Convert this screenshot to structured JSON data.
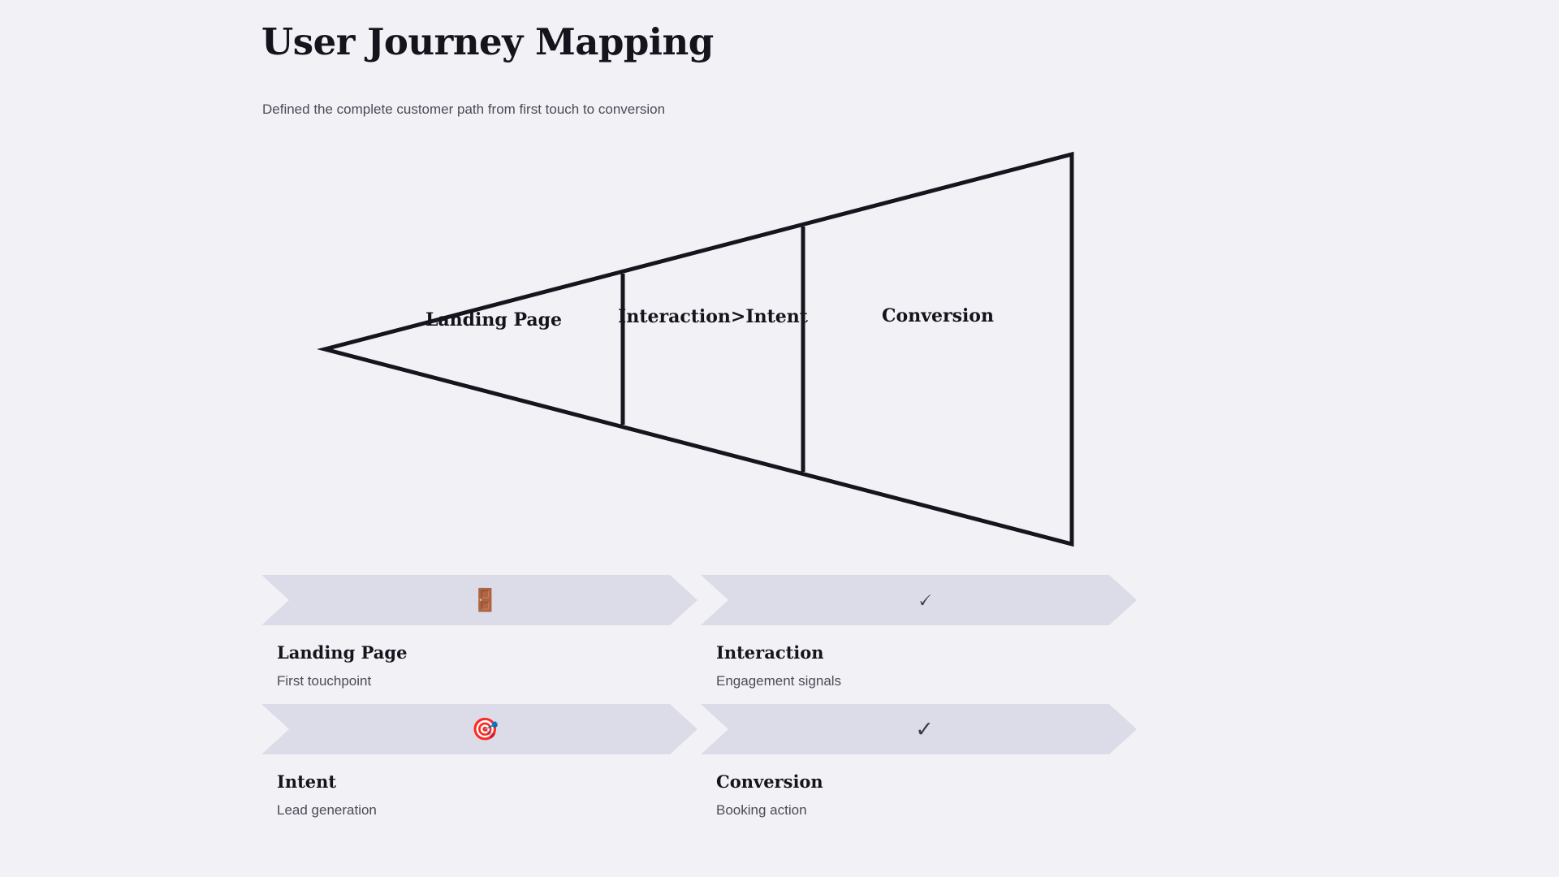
{
  "header": {
    "title": "User Journey Mapping",
    "subtitle": "Defined the complete customer path from first touch to conversion"
  },
  "colors": {
    "background": "#f2f1f6",
    "banner": "#dcdce8",
    "ink": "#14141c",
    "muted_text": "#4b4b57",
    "funnel_stroke": "#15151d"
  },
  "funnel": {
    "segments": [
      {
        "label": "Landing Page"
      },
      {
        "label": "Interaction>Intent"
      },
      {
        "label": "Conversion"
      }
    ]
  },
  "stages": [
    {
      "icon": "door-icon",
      "glyph": "🚪",
      "name": "Landing Page",
      "description": "First touchpoint"
    },
    {
      "icon": "cursor-arrow-icon",
      "glyph": "🗸",
      "name": "Interaction",
      "description": "Engagement signals"
    },
    {
      "icon": "target-check-icon",
      "glyph": "🎯",
      "name": "Intent",
      "description": "Lead generation"
    },
    {
      "icon": "checkmark-icon",
      "glyph": "✓",
      "name": "Conversion",
      "description": "Booking action"
    }
  ],
  "chart_data": {
    "type": "funnel",
    "title": "User Journey Mapping",
    "subtitle": "Defined the complete customer path from first touch to conversion",
    "orientation": "horizontal-left-pointing",
    "stages": [
      "Landing Page",
      "Interaction>Intent",
      "Conversion"
    ],
    "widths": [
      365,
      222,
      463
    ],
    "relative_heights": [
      0.0,
      0.38,
      0.72,
      1.0
    ],
    "legend": "none",
    "grid": false
  }
}
